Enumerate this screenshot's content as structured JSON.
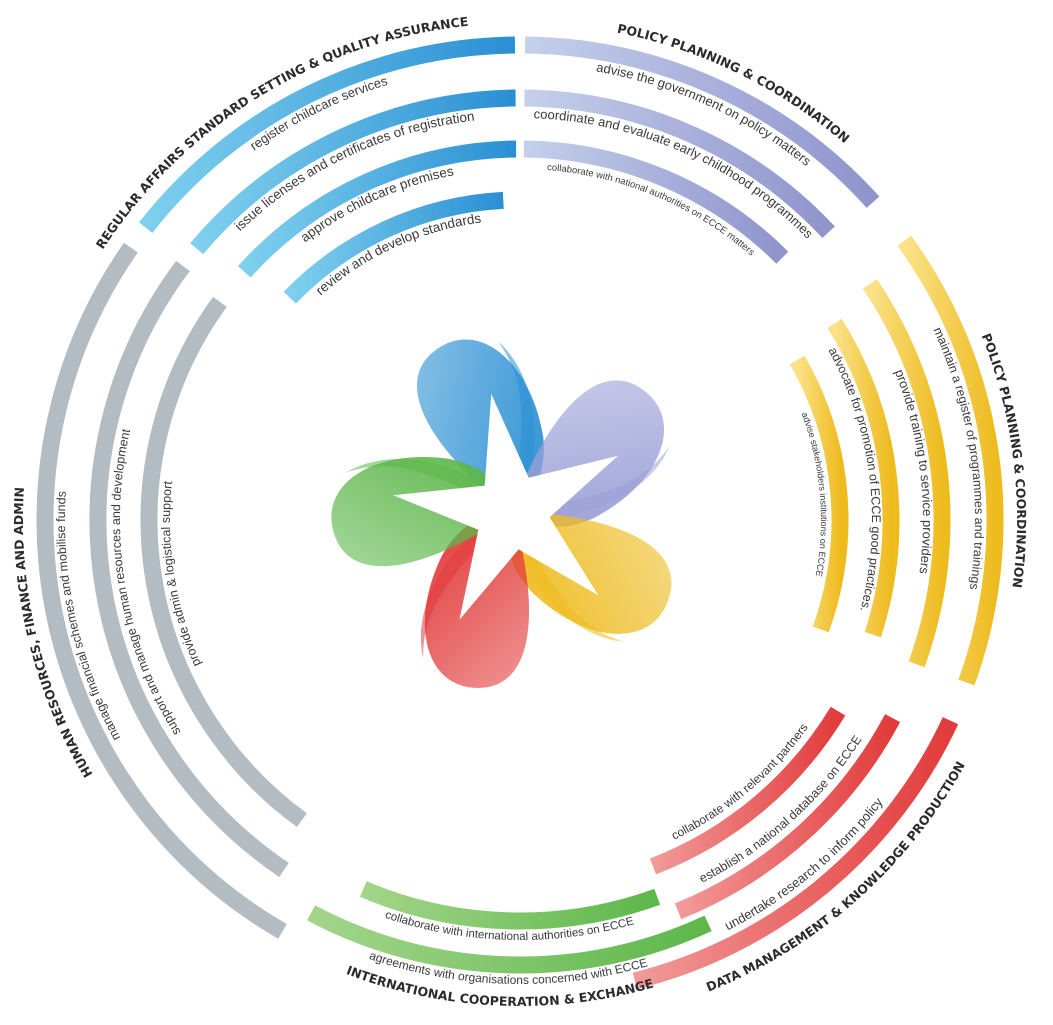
{
  "sectors": [
    {
      "id": "regulatory",
      "title": "REGULAR AFFAIRS STANDARD SETTING & QUALITY ASSURANCE",
      "colors": {
        "light": "#7fd0ee",
        "dark": "#2a8fd3"
      },
      "items": [
        "register childcare services",
        "issue licenses and certificates of registration",
        "approve childcare premises",
        "review and develop standards"
      ]
    },
    {
      "id": "policy-1",
      "title": "POLICY PLANNING & COORDINATION",
      "colors": {
        "light": "#c5d0ec",
        "dark": "#8f94cc"
      },
      "items": [
        "advise the government on policy matters",
        "coordinate and evaluate early childhood programmes",
        "collaborate with national authorities on ECCE matters"
      ]
    },
    {
      "id": "policy-2",
      "title": "POLICY PLANNING & COORDINATION",
      "colors": {
        "light": "#fbe28a",
        "dark": "#eebb1f"
      },
      "items": [
        "maintain a register of programmes and trainings",
        "provide training to service providers",
        "advocate for promotion of ECCE good practices.",
        "advise stakeholders institutions on ECCE"
      ]
    },
    {
      "id": "data",
      "title": "DATA MANAGEMENT & KNOWLEDGE PRODUCTION",
      "colors": {
        "light": "#f29a9a",
        "dark": "#e23b3b"
      },
      "items": [
        "undertake research to inform policy",
        "establish a national database on ECCE",
        "collaborate with relevant partners"
      ]
    },
    {
      "id": "international",
      "title": "INTERNATIONAL COOPERATION & EXCHANGE",
      "colors": {
        "light": "#a3d58a",
        "dark": "#5db74a"
      },
      "items": [
        "agreements with organisations concerned with ECCE",
        "collaborate with international authorities on ECCE"
      ]
    },
    {
      "id": "hr",
      "title": "HUMAN RESOURCES, FINANCE AND ADMIN",
      "colors": {
        "light": "#b3bcc2",
        "dark": "#b3bcc2"
      },
      "items": [
        "manage financial schemes and mobilise funds",
        "support and manage human resources and development",
        "provide admin & logistical support"
      ]
    }
  ],
  "star_colors": [
    "#2a8fd3",
    "#9a9fd6",
    "#eebb1f",
    "#e23b3b",
    "#5db74a"
  ]
}
